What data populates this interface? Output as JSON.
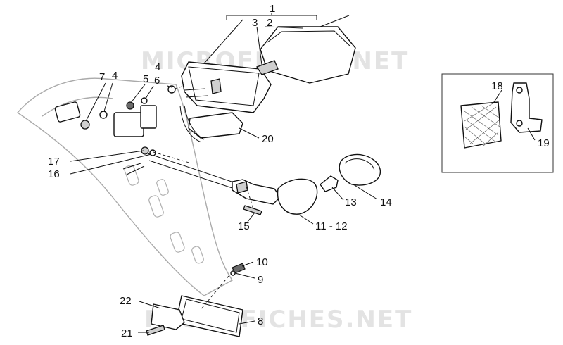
{
  "watermarks": [
    "MICROFICHES.NET",
    "MICROFICHES.NET"
  ],
  "callouts": {
    "c1": "1",
    "c2": "2",
    "c3": "3",
    "c4a": "4",
    "c4b": "4",
    "c5": "5",
    "c6": "6",
    "c7": "7",
    "c8": "8",
    "c9": "9",
    "c10": "10",
    "c11": "11 - 12",
    "c13": "13",
    "c14": "14",
    "c15": "15",
    "c16": "16",
    "c17": "17",
    "c18": "18",
    "c19": "19",
    "c20": "20",
    "c21": "21",
    "c22": "22"
  }
}
